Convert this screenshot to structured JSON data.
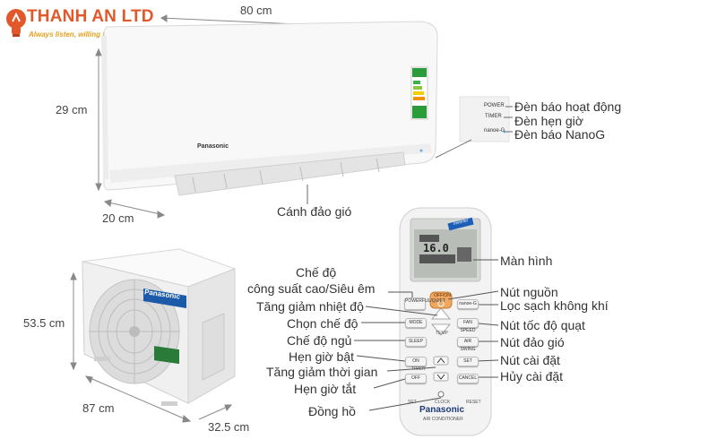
{
  "brand": {
    "name": "THANH AN LTD",
    "slogan": "Always listen, willing to serve"
  },
  "dimensions": {
    "indoor_width": "80 cm",
    "indoor_height": "29 cm",
    "indoor_depth": "20 cm",
    "outdoor_height": "53.5 cm",
    "outdoor_width": "87 cm",
    "outdoor_depth": "32.5 cm"
  },
  "indoor_unit": {
    "brand_label": "Panasonic",
    "indicator_power": "POWER",
    "indicator_timer": "TIMER",
    "indicator_nanoe": "nanoe-G",
    "label_power": "Đèn báo hoạt động",
    "label_timer": "Đèn hẹn giờ",
    "label_nanoe": "Đèn báo NanoG",
    "label_louver": "Cánh đảo gió"
  },
  "outdoor_unit": {
    "brand_label": "Panasonic"
  },
  "remote": {
    "inverter_badge": "inverter",
    "display_value": "16.0",
    "btn_powerful": "POWERFUL/QUIET",
    "btn_onoff": "OFF/ON",
    "btn_nanoe": "nanoe-G",
    "btn_mode": "MODE",
    "btn_fanspeed": "FAN SPEED",
    "temp_label": "TEMP",
    "btn_sleep": "SLEEP",
    "btn_airswing": "AIR SWING",
    "btn_on": "ON",
    "btn_set": "SET",
    "timer_label": "TIMER",
    "btn_off": "OFF",
    "btn_cancel": "CANCEL",
    "set_label": "SET",
    "clock_label": "CLOCK",
    "reset_label": "RESET",
    "brand_label": "Panasonic",
    "model_label": "AIR CONDITIONER"
  },
  "labels_left": {
    "powerful_line1": "Chế độ",
    "powerful_line2": "công suất cao/Siêu êm",
    "temp": "Tăng giảm nhiệt độ",
    "mode": "Chọn chế độ",
    "sleep": "Chế độ ngủ",
    "timer_on": "Hẹn giờ bật",
    "timer_adjust": "Tăng giảm thời gian",
    "timer_off": "Hẹn giờ tắt",
    "clock": "Đồng hồ"
  },
  "labels_right": {
    "screen": "Màn hình",
    "power": "Nút nguồn",
    "nanoe": "Lọc sạch không khí",
    "fan": "Nút tốc độ quạt",
    "swing": "Nút đảo gió",
    "set": "Nút cài đặt",
    "cancel": "Hủy cài đặt"
  }
}
